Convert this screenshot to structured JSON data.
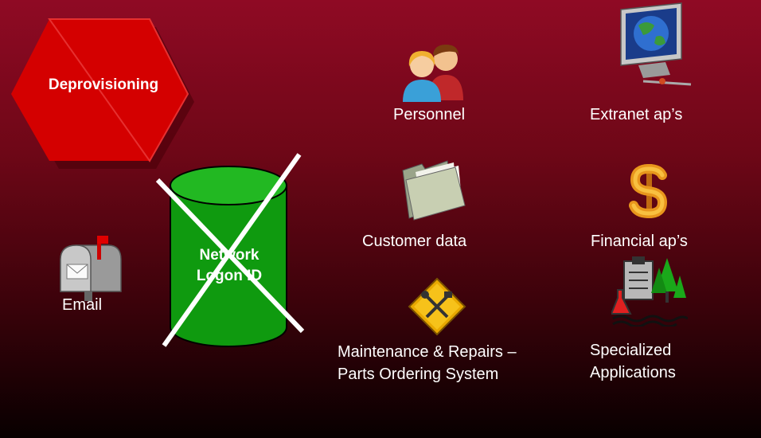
{
  "badge": {
    "label": "Deprovisioning",
    "color": "#d00000"
  },
  "database": {
    "label_line1": "Network",
    "label_line2": "Logon ID",
    "color": "#15a015",
    "crossed_out": true
  },
  "items": {
    "email": {
      "label": "Email",
      "icon": "mailbox-icon"
    },
    "personnel": {
      "label": "Personnel",
      "icon": "people-icon"
    },
    "extranet": {
      "label": "Extranet ap’s",
      "icon": "globe-monitor-icon"
    },
    "customer_data": {
      "label": "Customer data",
      "icon": "folder-icon"
    },
    "financial": {
      "label": "Financial ap’s",
      "icon": "dollar-sign-icon"
    },
    "maintenance": {
      "label_line1": "Maintenance & Repairs –",
      "label_line2": "Parts Ordering System",
      "icon": "road-sign-tools-icon"
    },
    "specialized": {
      "label_line1": "Specialized",
      "label_line2": "Applications",
      "icon": "lab-flask-trees-icon"
    }
  },
  "colors": {
    "background_top": "#8f0a24",
    "background_bottom": "#080000",
    "cross": "#ffffff"
  }
}
